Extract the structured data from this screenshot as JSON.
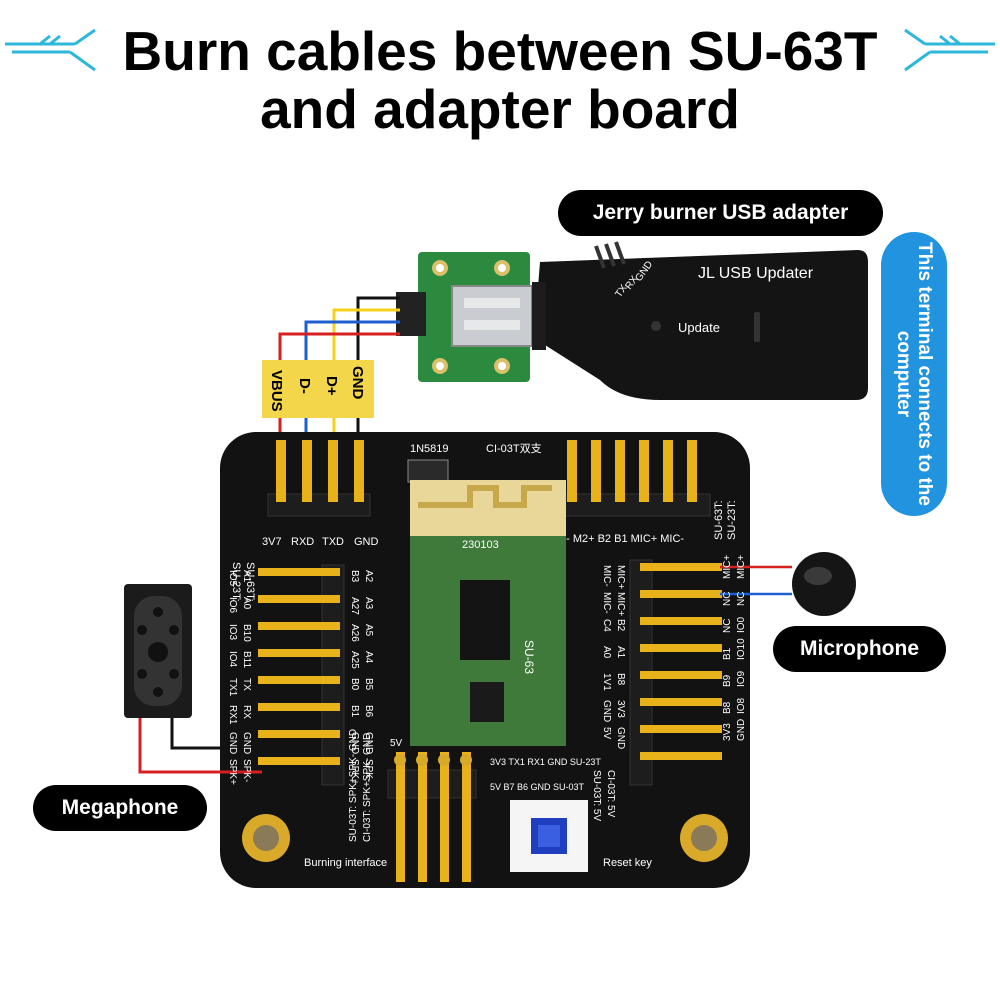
{
  "title": {
    "line1": "Burn cables between SU-63T",
    "line2": "and adapter board"
  },
  "callouts": {
    "usb_adapter": "Jerry burner USB adapter",
    "computer": "This terminal connects to the computer",
    "microphone": "Microphone",
    "megaphone": "Megaphone"
  },
  "usb_dongle": {
    "label": "JL USB Updater",
    "button": "Update",
    "pins": [
      "GND",
      "RX",
      "TX"
    ]
  },
  "wire_labels": [
    "VBUS",
    "D-",
    "D+",
    "GND"
  ],
  "board": {
    "header_top_labels": [
      "3V7",
      "RXD",
      "TXD",
      "GND"
    ],
    "header_top_right_labels": "2- M2+ B2   B1 MIC+ MIC-",
    "diode": "1N5819",
    "module_name": "CI-03T双支",
    "module_code": "230103",
    "module_small": "SU-63",
    "left_rows_su63": [
      "SU-63T:",
      "A1",
      "A0",
      "B10",
      "B11",
      "TX",
      "RX",
      "GND",
      "SPK-"
    ],
    "left_rows_su23": [
      "SU-23T:",
      "IO5",
      "IO6",
      "IO3",
      "IO4",
      "TX1",
      "RX1",
      "GND",
      "SPK+"
    ],
    "left_col_b": [
      "B3",
      "A27",
      "A26",
      "A25",
      "B0",
      "B1",
      "GND",
      "SPK+"
    ],
    "left_col_c": [
      "A2",
      "A3",
      "A5",
      "A4",
      "B5",
      "B6",
      "GND",
      "SPK-"
    ],
    "right_col_a": [
      "MIC-",
      "MIC-",
      "C4",
      "A0",
      "1V1",
      "GND",
      "5V"
    ],
    "right_col_b": [
      "MIC+",
      "MIC+",
      "B2",
      "A1",
      "B8",
      "3V3",
      "GND"
    ],
    "right_rows_a": [
      "SU-23T:",
      "MIC+",
      "NC",
      "IO0",
      "IO10",
      "IO9",
      "IO8",
      "GND"
    ],
    "right_rows_b": [
      "SU-63T:",
      "MIC+",
      "NC",
      "NC",
      "B1",
      "B9",
      "B8",
      "3V3"
    ],
    "bottom_row1": "3V3 TX1 RX1 GND   SU-23T",
    "bottom_row2": "5V  B7  B6  GND   SU-03T",
    "bottom_left_v1": "SU-03T: SPK+SPK- GND",
    "bottom_left_v2": "CI-03T: SPK+SPK- GND",
    "bottom_right_v1": "CI-03T: 5V",
    "bottom_right_v2": "SU-03T: 5V",
    "burning_interface": "Burning interface",
    "reset_key": "Reset key",
    "pin_5v": "5V"
  },
  "colors": {
    "accent_blue": "#2294df",
    "board_black": "#121212",
    "gold": "#e8b21a",
    "module_green": "#3f7a3b",
    "wire_red": "#d62020",
    "wire_blue": "#1c5fd0",
    "wire_yellow": "#f5d21a",
    "wire_black": "#111111",
    "label_yellow_bg": "#f3d64a"
  }
}
